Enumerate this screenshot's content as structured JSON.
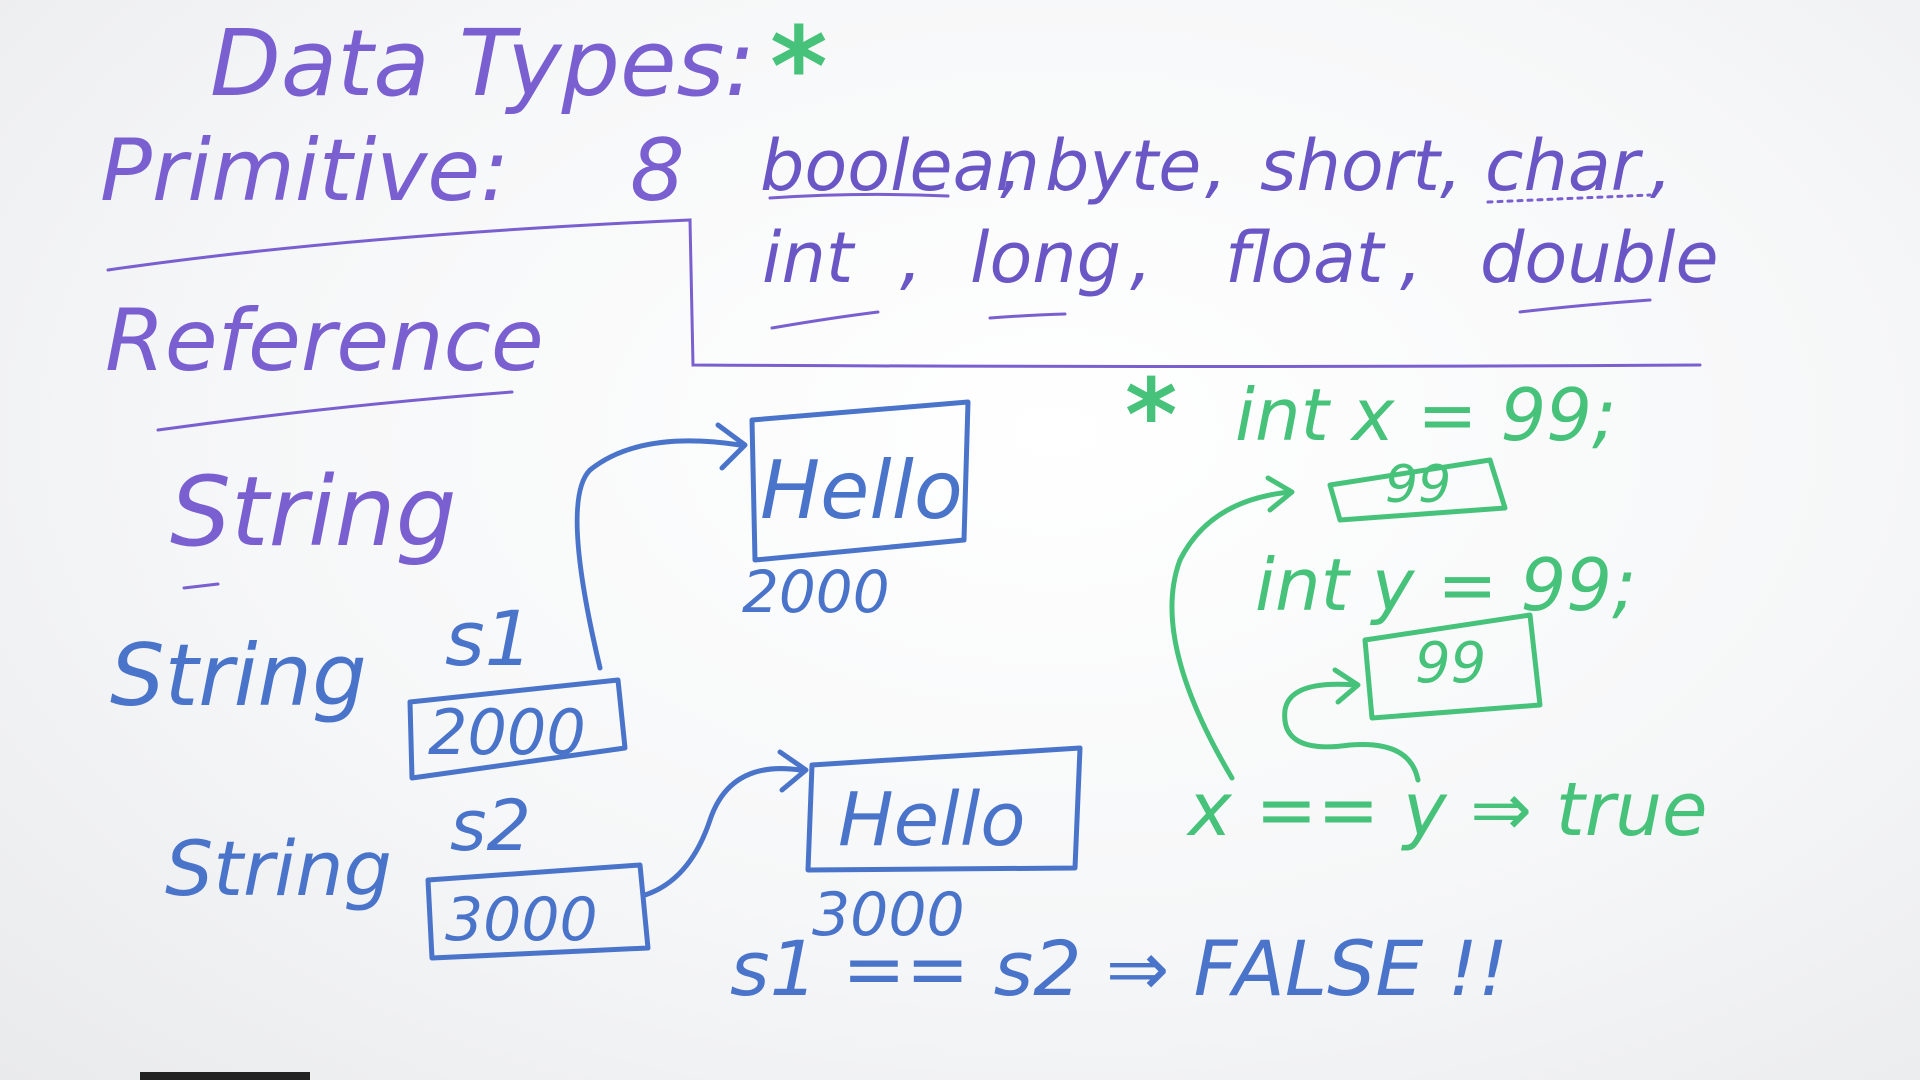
{
  "title": "Data Types:",
  "title_star": "*",
  "primitive": {
    "label": "Primitive:",
    "count": "8",
    "types_line1": [
      "boolean",
      "byte",
      "short",
      "char"
    ],
    "types_line2": [
      "int",
      "long",
      "float",
      "double"
    ]
  },
  "reference": {
    "label": "Reference",
    "type_label": "String"
  },
  "string_example": {
    "s1": {
      "decl_type": "String",
      "var": "s1",
      "value": "2000",
      "object_text": "Hello",
      "object_address": "2000"
    },
    "s2": {
      "decl_type": "String",
      "var": "s2",
      "value": "3000",
      "object_text": "Hello",
      "object_address": "3000"
    },
    "comparison": "s1 == s2 ⇒ FALSE !!"
  },
  "primitive_example": {
    "star": "*",
    "line_x": "int x = 99;",
    "box_x": "99",
    "line_y": "int y = 99;",
    "box_y": "99",
    "comparison": "x == y ⇒ true"
  },
  "colors": {
    "purple": "#7a5fd0",
    "blue": "#4a74c9",
    "green": "#47c27a"
  }
}
